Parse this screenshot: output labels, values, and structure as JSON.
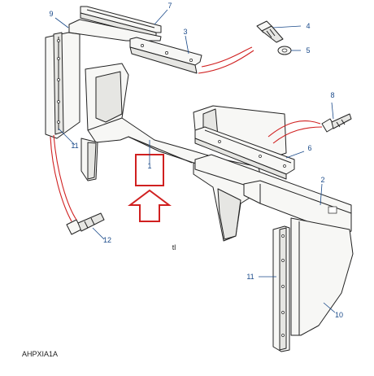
{
  "callouts": [
    "1",
    "2",
    "3",
    "4",
    "5",
    "6",
    "7",
    "8",
    "9",
    "10",
    "11",
    "11",
    "12"
  ],
  "small_mark": "tl",
  "diagram_code": "AHPXIA1A",
  "colors": {
    "highlight": "#d02020",
    "callout": "#1a4a8a",
    "line": "#222222"
  },
  "indicator": "red-up-arrow-with-highlight-box"
}
